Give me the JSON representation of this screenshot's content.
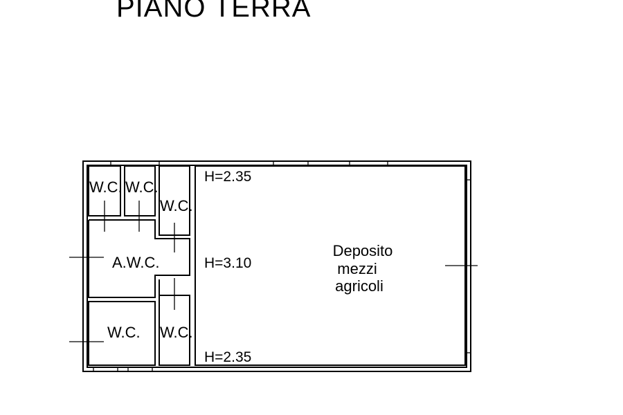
{
  "plan": {
    "title": "PIANO TERRA",
    "rooms": {
      "wc_1": "W.C.",
      "wc_2": "W.C.",
      "wc_3": "W.C.",
      "awc": "A.W.C.",
      "wc_4": "W.C.",
      "wc_5": "W.C.",
      "deposito": [
        "Deposito",
        "mezzi",
        "agricoli"
      ]
    },
    "heights": {
      "top": "H=2.35",
      "middle": "H=3.10",
      "bottom": "H=2.35"
    }
  }
}
